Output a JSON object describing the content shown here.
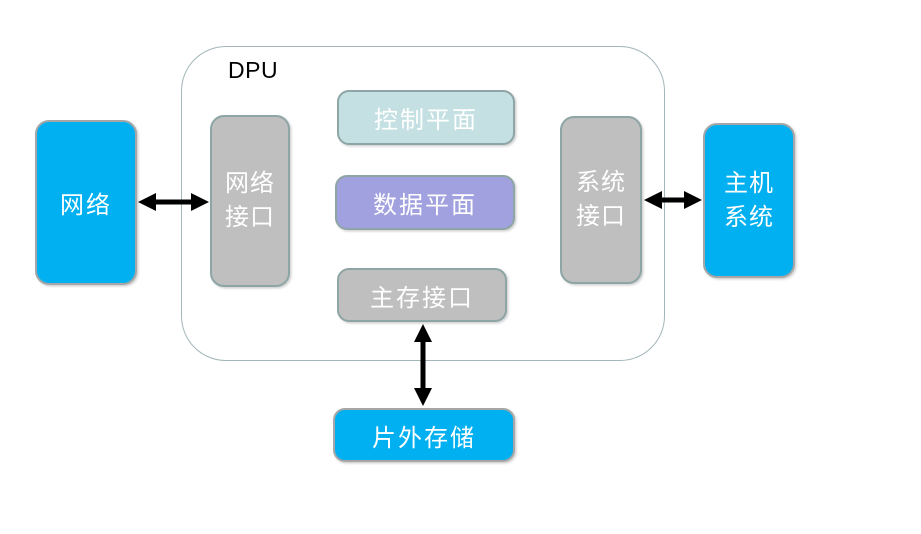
{
  "diagram": {
    "container_label": "DPU",
    "nodes": {
      "network": "网络",
      "network_interface": "网络接口",
      "control_plane": "控制平面",
      "data_plane": "数据平面",
      "memory_interface": "主存接口",
      "system_interface": "系统接口",
      "host_system": "主机系统",
      "offchip_storage": "片外存储"
    },
    "connections": [
      {
        "from": "network",
        "to": "network_interface",
        "style": "double-headed-arrow"
      },
      {
        "from": "system_interface",
        "to": "host_system",
        "style": "double-headed-arrow"
      },
      {
        "from": "memory_interface",
        "to": "offchip_storage",
        "style": "double-headed-arrow"
      }
    ],
    "colors": {
      "node_blue": "#00b0f0",
      "node_gray": "#bfbfbf",
      "node_teal": "#c5e0e2",
      "node_purple": "#a0a1de",
      "node_border_teal_gray": "#8ea5a5",
      "node_border_gray": "#a6a6a6",
      "container_border": "#a3b6b9",
      "arrow": "#000000",
      "label_text": "#ffffff",
      "container_label_text": "#000000"
    }
  }
}
